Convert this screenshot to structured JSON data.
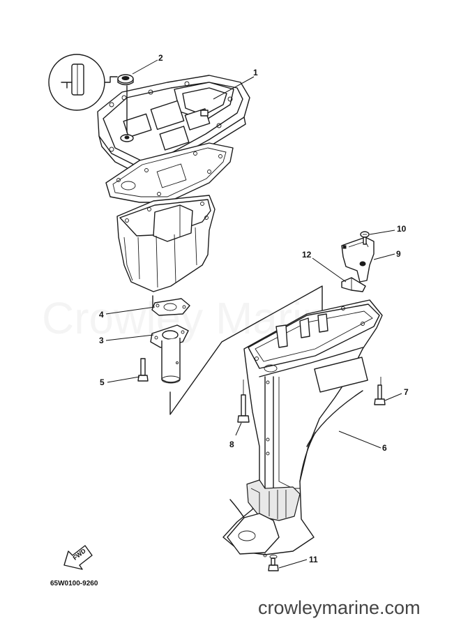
{
  "diagram": {
    "watermark": "Crowley Marine",
    "part_code": "65W0100-9260",
    "site": "crowleymarine.com",
    "fwd_label": "FWD",
    "callouts": [
      {
        "id": "1",
        "label": "1"
      },
      {
        "id": "2",
        "label": "2"
      },
      {
        "id": "3",
        "label": "3"
      },
      {
        "id": "4",
        "label": "4"
      },
      {
        "id": "5",
        "label": "5"
      },
      {
        "id": "6",
        "label": "6"
      },
      {
        "id": "7",
        "label": "7"
      },
      {
        "id": "8",
        "label": "8"
      },
      {
        "id": "9",
        "label": "9"
      },
      {
        "id": "10",
        "label": "10"
      },
      {
        "id": "11",
        "label": "11"
      },
      {
        "id": "12",
        "label": "12"
      }
    ]
  }
}
